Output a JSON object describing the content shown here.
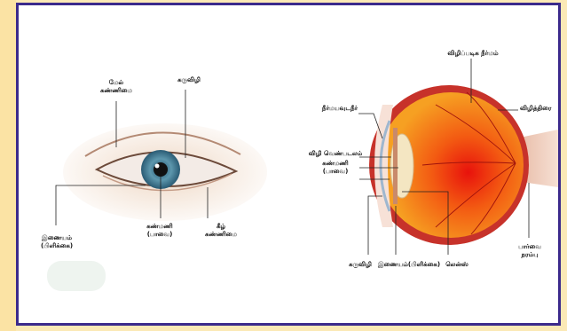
{
  "colors": {
    "frame": "#3b2a8c",
    "page_bg": "#fbe9b6"
  },
  "external_eye": {
    "labels": {
      "upper_eyelid_line1": "மேல்",
      "upper_eyelid_line2": "கண்ணிமை",
      "cornea": "கருவிழி",
      "iris_line1": "இணையம்",
      "iris_line2": "(பிளிக்கை)",
      "pupil_line1": "கண்மணி",
      "pupil_line2": "(பாவை)",
      "lower_eyelid_line1": "கீழ்",
      "lower_eyelid_line2": "கண்ணிமை"
    }
  },
  "cross_section": {
    "labels": {
      "vitreous": "விழிப்படிக நீர்மம்",
      "aqueous": "நீர்மயவுடநீர்",
      "retina": "விழித்திரை",
      "sclera": "விழி வெண்படலம்",
      "pupil_line1": "கண்மணி",
      "pupil_line2": "(பாவை)",
      "cornea": "கருவிழி",
      "iris": "இணையம்(பிளிக்கை)",
      "lens": "லென்ஸ்",
      "optic_nerve_line1": "பார்வை",
      "optic_nerve_line2": "நரம்பு"
    }
  }
}
